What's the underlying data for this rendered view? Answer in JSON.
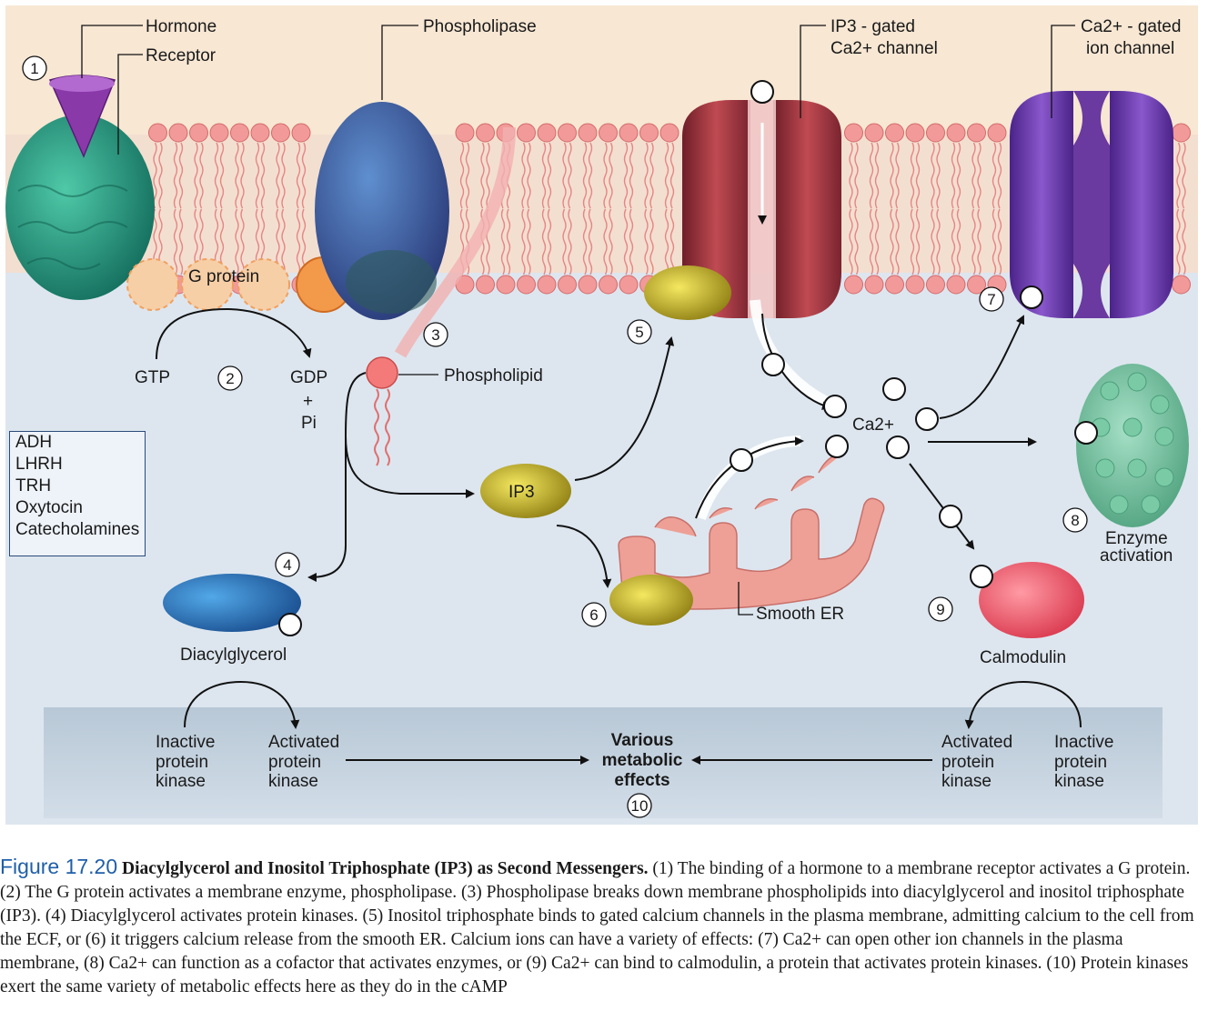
{
  "labels": {
    "hormone": "Hormone",
    "receptor": "Receptor",
    "phospholipase": "Phospholipase",
    "ip3_channel_1": "IP3 - gated",
    "ip3_channel_2": "Ca2+ channel",
    "ca_channel_1": "Ca2+ - gated",
    "ca_channel_2": "ion channel",
    "g_protein": "G protein",
    "gtp": "GTP",
    "gdp": "GDP",
    "plus": "+",
    "pi": "Pi",
    "phospholipid": "Phospholipid",
    "ip3": "IP3",
    "ca2": "Ca2+",
    "diacylglycerol": "Diacylglycerol",
    "smooth_er": "Smooth ER",
    "calmodulin": "Calmodulin",
    "enzyme_1": "Enzyme",
    "enzyme_2": "activation",
    "inactive_pk_1": "Inactive",
    "inactive_pk_2": "protein",
    "inactive_pk_3": "kinase",
    "activated_pk_1": "Activated",
    "activated_pk_2": "protein",
    "activated_pk_3": "kinase",
    "various_1": "Various",
    "various_2": "metabolic",
    "various_3": "effects"
  },
  "hormones": [
    "ADH",
    "LHRH",
    "TRH",
    "Oxytocin",
    "Catecholamines"
  ],
  "steps": [
    "1",
    "2",
    "3",
    "4",
    "5",
    "6",
    "7",
    "8",
    "9",
    "10"
  ],
  "caption": {
    "figure": "Figure 17.20",
    "title": "Diacylglycerol and Inositol Triphosphate (IP3) as Second Messengers.",
    "body": "(1) The binding of a hormone to a membrane receptor activates a G protein. (2) The G protein activates a membrane enzyme, phospholipase. (3) Phospholipase breaks down membrane phospholipids into diacylglycerol and inositol triphosphate (IP3). (4) Diacylglycerol activates protein kinases. (5) Inositol triphosphate binds to gated calcium channels in the plasma membrane, admitting calcium to the cell from the ECF, or (6) it triggers calcium release from the smooth ER. Calcium ions can have a variety of effects: (7) Ca2+ can open other ion channels in the plasma membrane, (8) Ca2+ can function as a cofactor that activates enzymes, or (9) Ca2+ can bind to calmodulin, a protein that activates protein kinases. (10) Protein kinases exert the same variety of metabolic effects here as they do in the cAMP"
  },
  "colors": {
    "ecf": "#f7e7d3",
    "cytoplasm": "#dde6ef",
    "phospholipid_head": "#f29a9a",
    "receptor": "#2e9a86",
    "phospholipase": "#3b5f9a",
    "ip3_channel": "#a0303a",
    "ca_channel": "#6a3aa0",
    "ip3_molecule": "#c9b428",
    "diacylglycerol": "#2f78c0",
    "calmodulin": "#e85a6a",
    "enzyme": "#6abf98",
    "smooth_er": "#eea096"
  }
}
